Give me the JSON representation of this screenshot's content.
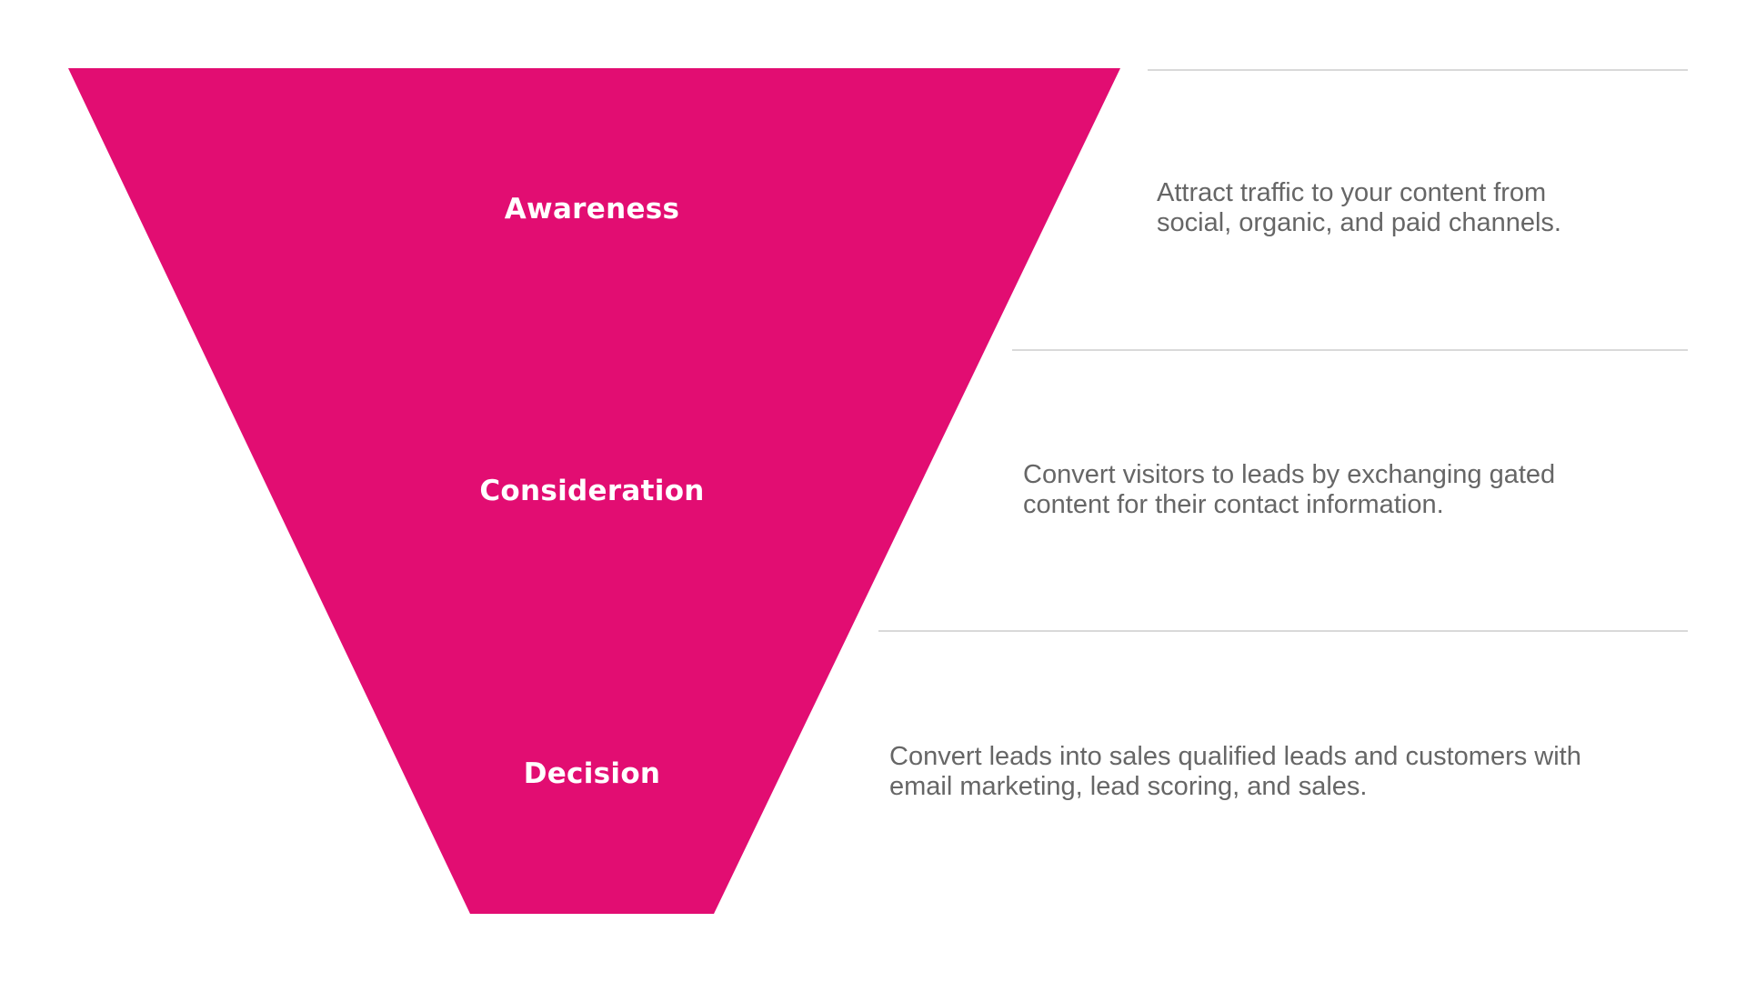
{
  "colors": {
    "funnel": "#e20d72",
    "label_text": "#ffffff",
    "description_text": "#666666",
    "divider": "#d9d9d9",
    "background": "#ffffff"
  },
  "funnel": {
    "stages": [
      {
        "label": "Awareness",
        "description_lines": [
          "Attract traffic to your content from",
          "social, organic, and paid channels."
        ]
      },
      {
        "label": "Consideration",
        "description_lines": [
          "Convert visitors to leads by exchanging gated",
          "content for their contact information."
        ]
      },
      {
        "label": "Decision",
        "description_lines": [
          "Convert leads into sales qualified leads and customers with",
          "email marketing, lead scoring, and sales."
        ]
      }
    ]
  }
}
